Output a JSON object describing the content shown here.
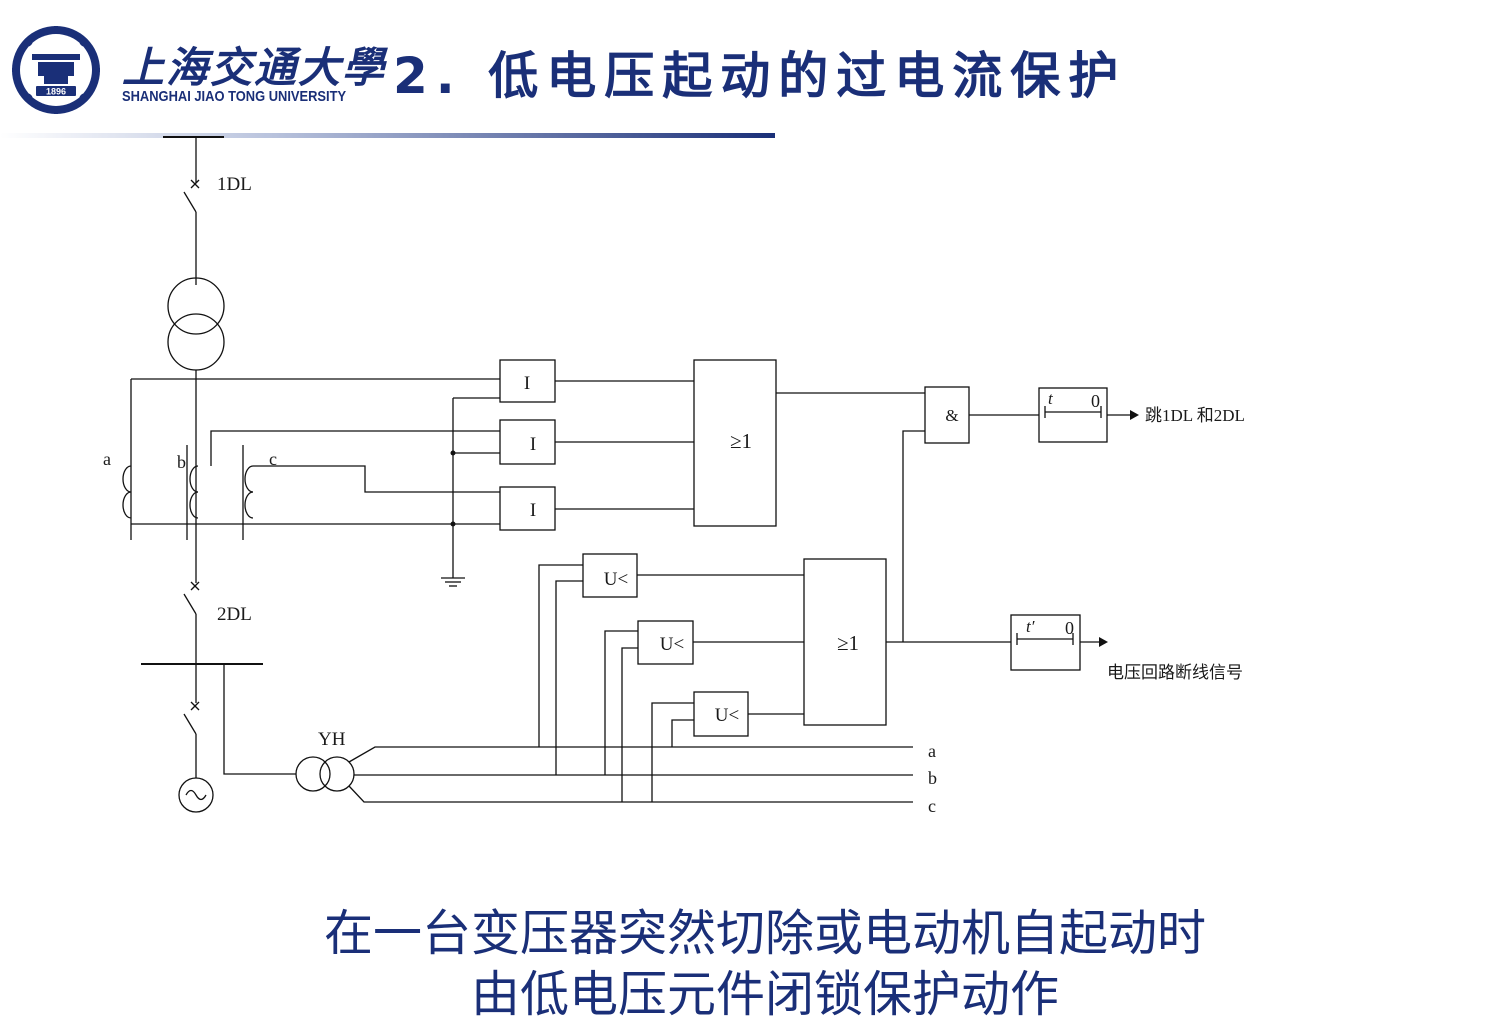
{
  "header": {
    "logo_cn": "上海交通大學",
    "logo_en": "SHANGHAI  JIAO TONG  UNIVERSITY",
    "logo_year": "1896",
    "title": "2. 低电压起动的过电流保护",
    "brand_color": "#1a2f78"
  },
  "diagram": {
    "breaker_1": "1DL",
    "breaker_2": "2DL",
    "ct_phase_a": "a",
    "ct_phase_b": "b",
    "ct_phase_c": "c",
    "relay_i_1": "I",
    "relay_i_2": "I",
    "relay_i_3": "I",
    "or_gate_current": "≥1",
    "and_gate": "&",
    "timer_trip_t": "t",
    "timer_trip_zero": "0",
    "trip_output": "跳1DL 和2DL",
    "relay_u_1": "U<",
    "relay_u_2": "U<",
    "relay_u_3": "U<",
    "or_gate_voltage": "≥1",
    "timer_alarm_t": "t′",
    "timer_alarm_zero": "0",
    "alarm_output": "电压回路断线信号",
    "vt_label": "YH",
    "bus_phase_a": "a",
    "bus_phase_b": "b",
    "bus_phase_c": "c"
  },
  "caption": {
    "line1": "在一台变压器突然切除或电动机自起动时",
    "line2": "由低电压元件闭锁保护动作"
  }
}
